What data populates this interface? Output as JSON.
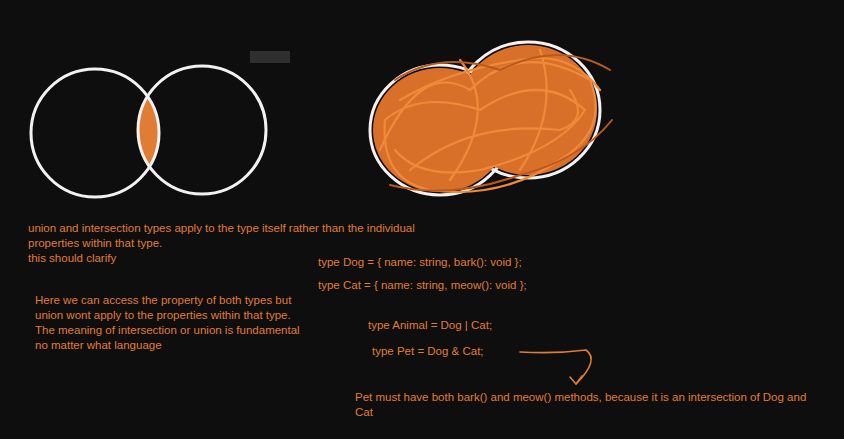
{
  "diagram": {
    "labels": [
      "union and intersection types apply to the type itself rather than the individual properties within that type.",
      "this should clarify",
      "type Dog = { name: string, bark(): void };",
      "type Cat = { name: string, meow(): void };",
      "Here we can access the property of both types but union wont apply to the properties within that type. The meaning of intersection or union is fundamental no matter what language",
      "type Animal = Dog | Cat;",
      "type Pet = Dog & Cat;",
      "Pet must have both bark() and meow() methods, because it is an intersection of Dog and Cat"
    ]
  }
}
